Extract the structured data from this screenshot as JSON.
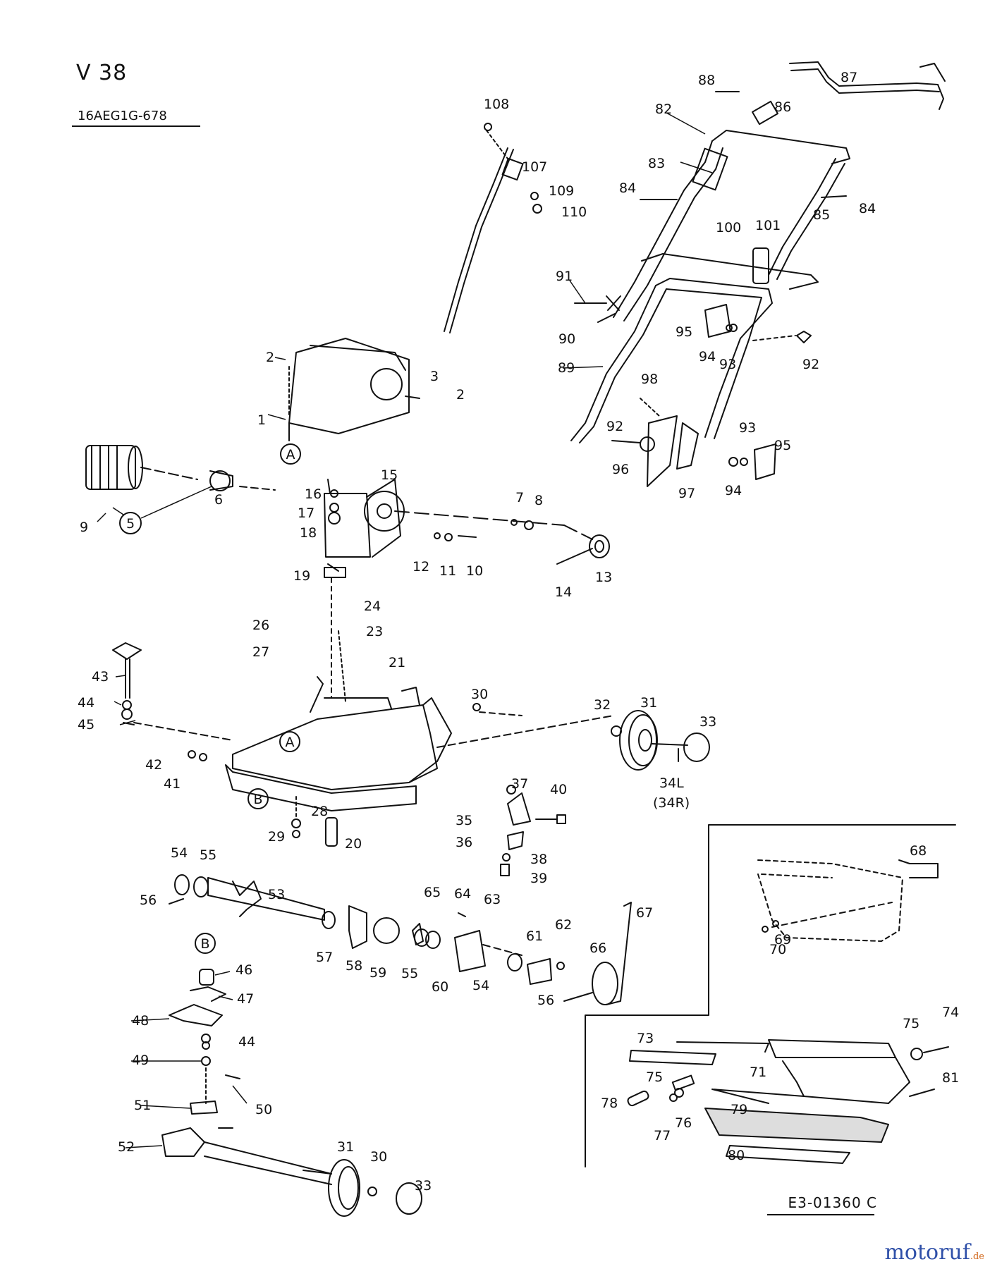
{
  "header": {
    "model": "V 38",
    "code": "16AEG1G-678"
  },
  "footer": {
    "drawing_number": "E3-01360 C",
    "watermark_main": "motoruf",
    "watermark_domain": ".de"
  },
  "callouts": {
    "c1": "1",
    "c2a": "2",
    "c2b": "2",
    "c3": "3",
    "c5": "5",
    "c6": "6",
    "c7": "7",
    "c8": "8",
    "c9": "9",
    "c10": "10",
    "c11": "11",
    "c12": "12",
    "c13": "13",
    "c14": "14",
    "c15": "15",
    "c16": "16",
    "c17": "17",
    "c18": "18",
    "c19": "19",
    "c20": "20",
    "c21": "21",
    "c23": "23",
    "c24": "24",
    "c26": "26",
    "c27": "27",
    "c28": "28",
    "c29": "29",
    "c30a": "30",
    "c30b": "30",
    "c31a": "31",
    "c31b": "31",
    "c32": "32",
    "c33a": "33",
    "c33b": "33",
    "c34": "34L",
    "c34r": "(34R)",
    "c35": "35",
    "c36": "36",
    "c37": "37",
    "c38": "38",
    "c39": "39",
    "c40": "40",
    "c41": "41",
    "c42": "42",
    "c43": "43",
    "c44a": "44",
    "c44b": "44",
    "c45": "45",
    "c46": "46",
    "c47": "47",
    "c48": "48",
    "c49": "49",
    "c50": "50",
    "c51": "51",
    "c52": "52",
    "c53": "53",
    "c54a": "54",
    "c54b": "54",
    "c55a": "55",
    "c55b": "55",
    "c56a": "56",
    "c56b": "56",
    "c57": "57",
    "c58": "58",
    "c59": "59",
    "c60": "60",
    "c61": "61",
    "c62": "62",
    "c63": "63",
    "c64": "64",
    "c65": "65",
    "c66": "66",
    "c67": "67",
    "c68": "68",
    "c69": "69",
    "c70": "70",
    "c71": "71",
    "c73": "73",
    "c74": "74",
    "c75a": "75",
    "c75b": "75",
    "c76": "76",
    "c77": "77",
    "c78": "78",
    "c79": "79",
    "c80": "80",
    "c81": "81",
    "c82": "82",
    "c83": "83",
    "c84a": "84",
    "c84b": "84",
    "c85": "85",
    "c86": "86",
    "c87": "87",
    "c88": "88",
    "c89": "89",
    "c90": "90",
    "c91": "91",
    "c92a": "92",
    "c92b": "92",
    "c93a": "93",
    "c93b": "93",
    "c94a": "94",
    "c94b": "94",
    "c95a": "95",
    "c95b": "95",
    "c96": "96",
    "c97": "97",
    "c98": "98",
    "c100": "100",
    "c101": "101",
    "c107": "107",
    "c108": "108",
    "c109": "109",
    "c110": "110",
    "refA1": "A",
    "refA2": "A",
    "refB1": "B",
    "refB2": "B"
  }
}
